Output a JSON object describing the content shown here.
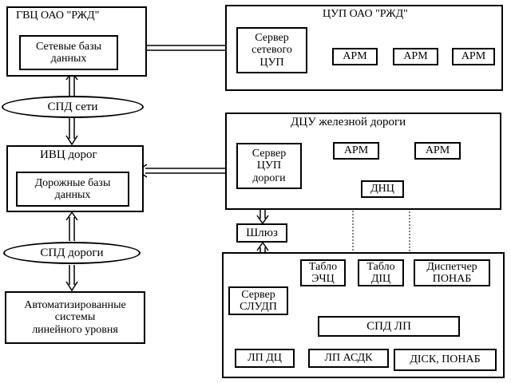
{
  "gvc": {
    "title": "ГВЦ ОАО \"РЖД\"",
    "db": "Сетевые базы\nданных"
  },
  "cup": {
    "title": "ЦУП ОАО \"РЖД\"",
    "server": "Сервер\nсетевого\nЦУП",
    "arm1": "АРМ",
    "arm2": "АРМ",
    "arm3": "АРМ"
  },
  "spd_net": "СПД сети",
  "ivc": {
    "title": "ИВЦ дорог",
    "db": "Дорожные базы\nданных"
  },
  "dcu": {
    "title": "ДЦУ железной дороги",
    "server": "Сервер\nЦУП\nдороги",
    "arm1": "АРМ",
    "arm2": "АРМ",
    "dnc": "ДНЦ"
  },
  "gateway": "Шлюз",
  "spd_road": "СПД дороги",
  "auto": "Автоматизированные\nсистемы\nлинейного уровня",
  "bottom": {
    "server": "Сервер\nСЛУДП",
    "tablo_echc": "Табло\nЭЧЦ",
    "tablo_dsc": "Табло\nДІЦ",
    "dispatcher": "Диспетчер\nПОНАБ",
    "spd_lp": "СПД ЛП",
    "lp_dc": "ЛП ДЦ",
    "lp_asdk": "ЛП АСДК",
    "disk": "ДІСК, ПОНАБ"
  }
}
